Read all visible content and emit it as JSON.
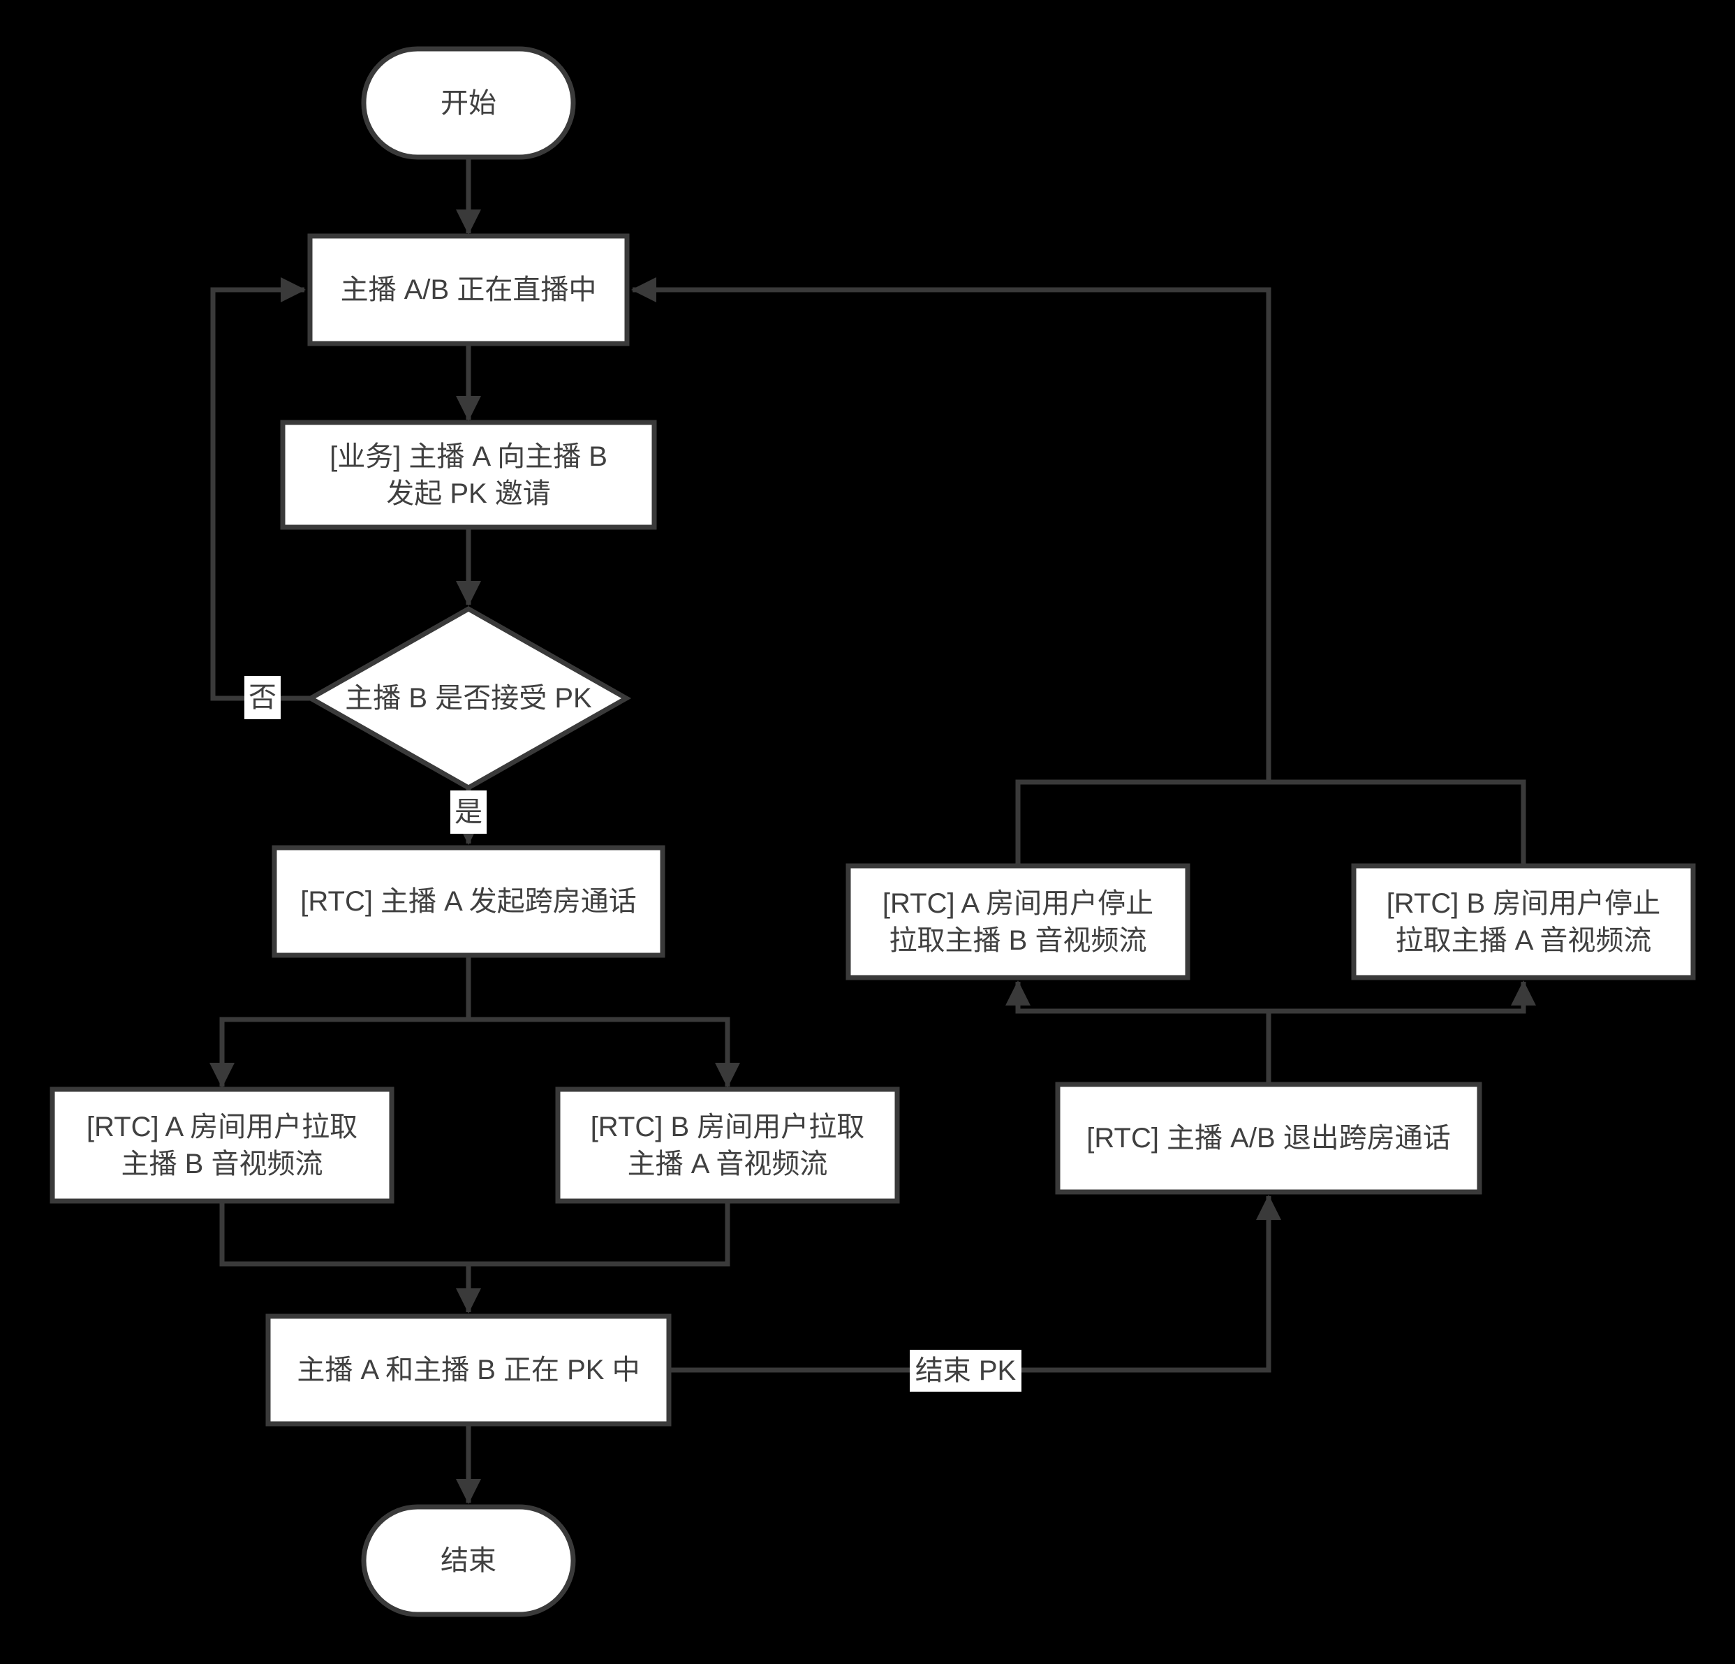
{
  "colors": {
    "background": "#000000",
    "stroke": "#3a3a3a",
    "node_fill": "#ffffff",
    "text": "#404040"
  },
  "nodes": {
    "start": {
      "type": "terminator",
      "label": "开始"
    },
    "streaming": {
      "type": "process",
      "label": "主播 A/B 正在直播中"
    },
    "invite": {
      "type": "process",
      "line1": "[业务] 主播 A 向主播 B",
      "line2": "发起 PK 邀请"
    },
    "decision": {
      "type": "decision",
      "label": "主播 B 是否接受 PK"
    },
    "start_call": {
      "type": "process",
      "label": "[RTC] 主播 A 发起跨房通话"
    },
    "pull_a": {
      "type": "process",
      "line1": "[RTC] A 房间用户拉取",
      "line2": "主播 B 音视频流"
    },
    "pull_b": {
      "type": "process",
      "line1": "[RTC] B 房间用户拉取",
      "line2": "主播 A 音视频流"
    },
    "pking": {
      "type": "process",
      "label": "主播 A 和主播 B 正在 PK 中"
    },
    "stop_a": {
      "type": "process",
      "line1": "[RTC] A 房间用户停止",
      "line2": "拉取主播 B 音视频流"
    },
    "stop_b": {
      "type": "process",
      "line1": "[RTC] B 房间用户停止",
      "line2": "拉取主播 A 音视频流"
    },
    "exit_call": {
      "type": "process",
      "label": "[RTC] 主播 A/B 退出跨房通话"
    },
    "end": {
      "type": "terminator",
      "label": "结束"
    }
  },
  "edge_labels": {
    "no": "否",
    "yes": "是",
    "end_pk": "结束 PK"
  }
}
